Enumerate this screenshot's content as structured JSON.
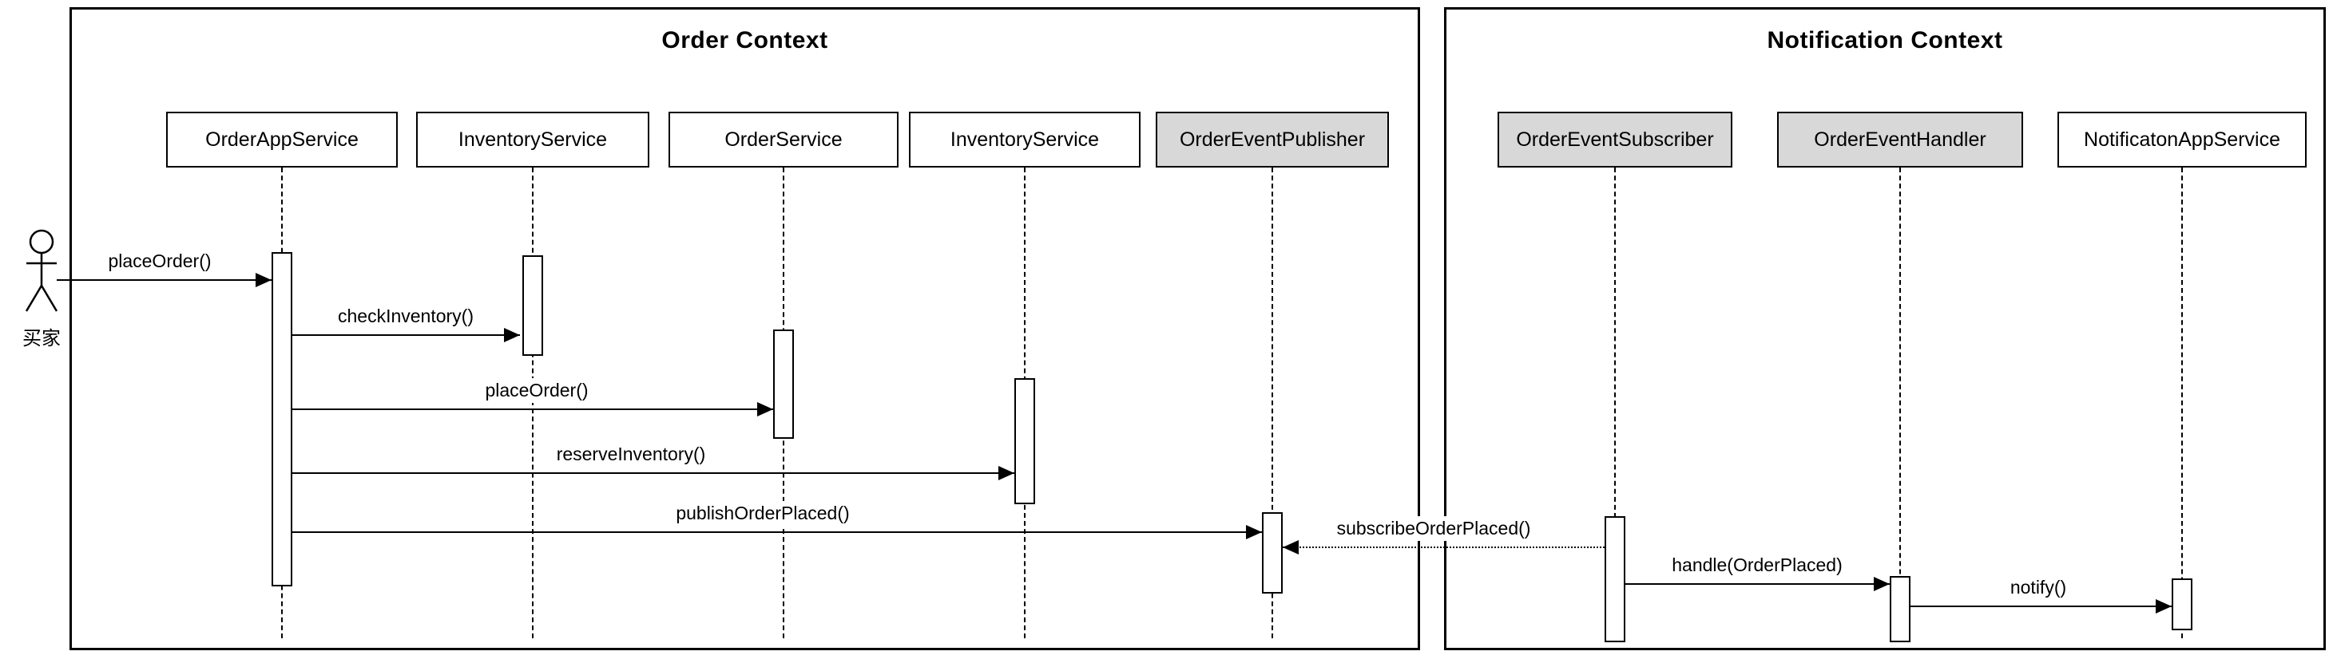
{
  "frames": {
    "order": {
      "title": "Order Context"
    },
    "notification": {
      "title": "Notification Context"
    }
  },
  "actor": {
    "label": "买家"
  },
  "participants": [
    {
      "name": "OrderAppService",
      "variant": "plain"
    },
    {
      "name": "InventoryService",
      "variant": "plain"
    },
    {
      "name": "OrderService",
      "variant": "plain"
    },
    {
      "name": "InventoryService",
      "variant": "plain"
    },
    {
      "name": "OrderEventPublisher",
      "variant": "shaded"
    },
    {
      "name": "OrderEventSubscriber",
      "variant": "shaded"
    },
    {
      "name": "OrderEventHandler",
      "variant": "shaded"
    },
    {
      "name": "NotificatonAppService",
      "variant": "plain"
    }
  ],
  "messages": [
    {
      "label": "placeOrder()",
      "style": "solid",
      "from": "buyer",
      "to": "OrderAppService"
    },
    {
      "label": "checkInventory()",
      "style": "solid",
      "from": "OrderAppService",
      "to": "InventoryService"
    },
    {
      "label": "placeOrder()",
      "style": "solid",
      "from": "OrderAppService",
      "to": "OrderService"
    },
    {
      "label": "reserveInventory()",
      "style": "solid",
      "from": "OrderAppService",
      "to": "InventoryService"
    },
    {
      "label": "publishOrderPlaced()",
      "style": "solid",
      "from": "OrderAppService",
      "to": "OrderEventPublisher"
    },
    {
      "label": "subscribeOrderPlaced()",
      "style": "dotted",
      "from": "OrderEventSubscriber",
      "to": "OrderEventPublisher"
    },
    {
      "label": "handle(OrderPlaced)",
      "style": "solid",
      "from": "OrderEventSubscriber",
      "to": "OrderEventHandler"
    },
    {
      "label": "notify()",
      "style": "solid",
      "from": "OrderEventHandler",
      "to": "NotificatonAppService"
    }
  ],
  "colors": {
    "shaded_box": "#d8d8d8",
    "line": "#000000",
    "background": "#ffffff"
  }
}
